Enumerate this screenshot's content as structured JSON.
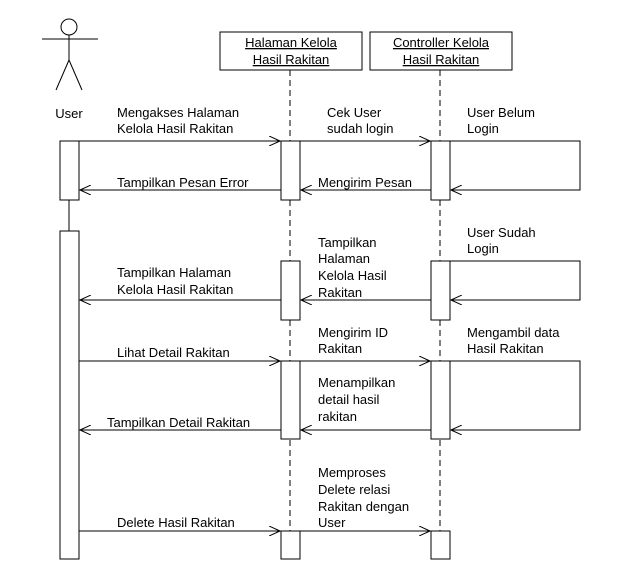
{
  "participants": {
    "user": {
      "label": "User"
    },
    "halaman": {
      "line1": "Halaman Kelola",
      "line2": "Hasil Rakitan"
    },
    "controller": {
      "line1": "Controller Kelola",
      "line2": "Hasil Rakitan"
    }
  },
  "messages": {
    "m1": {
      "line1": "Mengakses Halaman",
      "line2": "Kelola Hasil Rakitan"
    },
    "m2": {
      "line1": "Cek User",
      "line2": "sudah login"
    },
    "m3": {
      "line1": "User Belum",
      "line2": "Login"
    },
    "m4": {
      "text": "Tampilkan Pesan Error"
    },
    "m5": {
      "text": "Mengirim Pesan"
    },
    "m6": {
      "line1": "User Sudah",
      "line2": "Login"
    },
    "m7": {
      "line1": "Tampilkan",
      "line2": "Halaman",
      "line3": "Kelola Hasil",
      "line4": "Rakitan"
    },
    "m8": {
      "line1": "Tampilkan Halaman",
      "line2": "Kelola Hasil Rakitan"
    },
    "m9": {
      "line1": "Mengirim ID",
      "line2": "Rakitan"
    },
    "m10": {
      "line1": "Mengambil data",
      "line2": "Hasil Rakitan"
    },
    "m11": {
      "text": "Lihat Detail Rakitan"
    },
    "m12": {
      "line1": "Menampilkan",
      "line2": "detail hasil",
      "line3": "rakitan"
    },
    "m13": {
      "text": "Tampilkan Detail Rakitan"
    },
    "m14": {
      "line1": "Memproses",
      "line2": "Delete relasi",
      "line3": "Rakitan dengan",
      "line4": "User"
    },
    "m15": {
      "text": "Delete Hasil Rakitan"
    }
  }
}
